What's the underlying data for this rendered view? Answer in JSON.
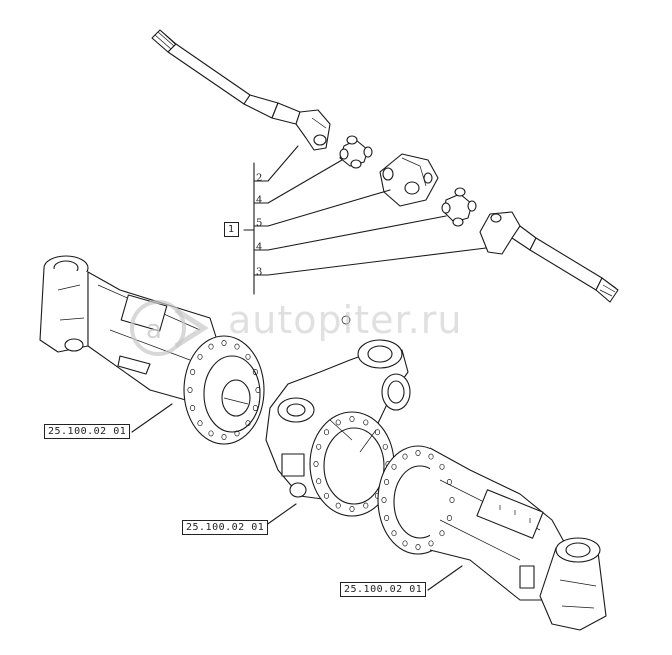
{
  "watermark": {
    "text": "autopiter.ru",
    "logo_icon": "autopiter-logo-icon"
  },
  "group_label": "1",
  "item_numbers": [
    "2",
    "4",
    "5",
    "4",
    "3"
  ],
  "references": [
    "25.100.02 01",
    "25.100.02 01",
    "25.100.02 01"
  ],
  "colors": {
    "line": "#1a1a1a",
    "watermark": "#c8c8c8",
    "background": "#ffffff"
  }
}
